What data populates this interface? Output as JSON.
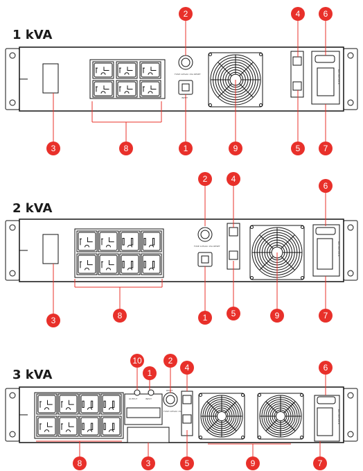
{
  "colors": {
    "callout": "#E8302A",
    "outline": "#111111",
    "panel": "#ffffff"
  },
  "panels": [
    {
      "title": "1 kVA",
      "callouts": [
        "1",
        "2",
        "3",
        "4",
        "5",
        "6",
        "7",
        "8",
        "9"
      ],
      "labels": {
        "fuse": "FUSE 125VAC 15A RESET",
        "input": "INPUT",
        "batt": "BATTERY PACK"
      }
    },
    {
      "title": "2 kVA",
      "callouts": [
        "1",
        "2",
        "3",
        "4",
        "5",
        "6",
        "7",
        "8",
        "9"
      ],
      "labels": {
        "fuse": "FUSE 125VAC 15A RESET",
        "input": "",
        "batt": "BATTERY PACK"
      }
    },
    {
      "title": "3 kVA",
      "callouts": [
        "1",
        "2",
        "3",
        "4",
        "5",
        "6",
        "7",
        "8",
        "9",
        "10"
      ],
      "labels": {
        "fuse": "FUSE 125VAC 15A",
        "output": "OUTPUT",
        "input": "INPUT",
        "batt": "BATTERY PACK",
        "reset": "RESET"
      }
    }
  ]
}
